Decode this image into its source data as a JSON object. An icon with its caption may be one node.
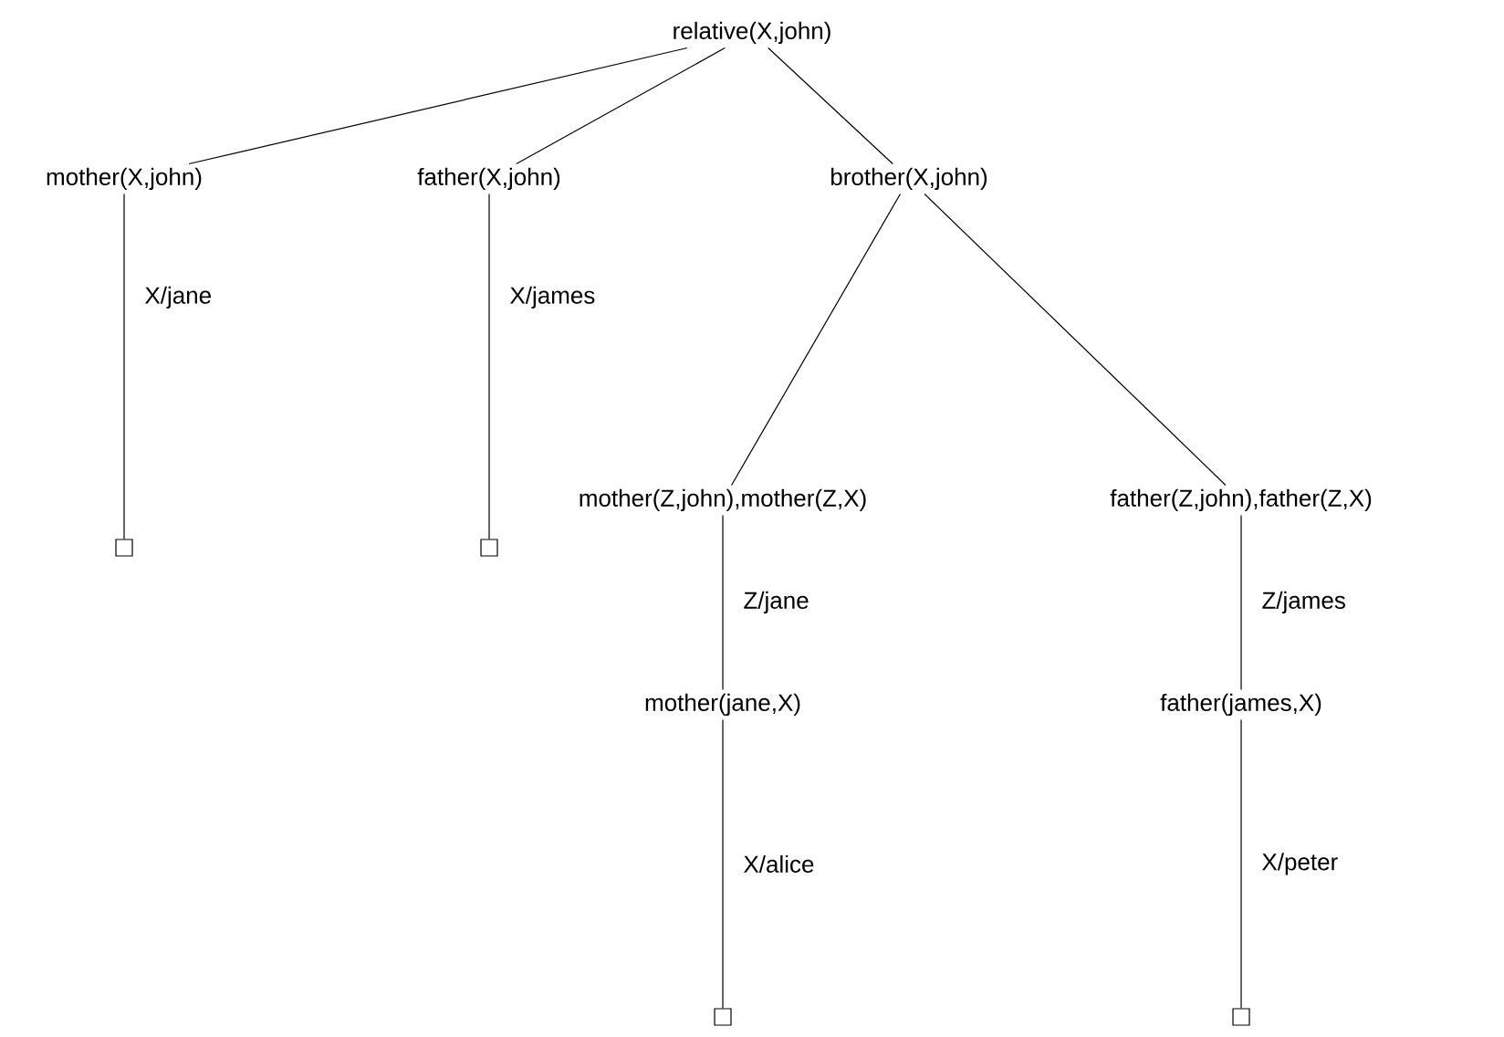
{
  "diagram": {
    "nodes": [
      {
        "text": [
          "relative(X,john)"
        ]
      },
      {
        "text": [
          "mother(X,john)"
        ]
      },
      {
        "text": [
          "father(X,john)"
        ]
      },
      {
        "text": [
          "brother(X,john)"
        ]
      },
      {
        "text": [],
        "shape": "box"
      },
      {
        "text": [],
        "shape": "box"
      },
      {
        "text": [
          "mother(Z,john),mother(Z,X)"
        ]
      },
      {
        "text": [
          "father(Z,john),father(Z,X)"
        ]
      },
      {
        "text": [
          "mother(jane,X)"
        ]
      },
      {
        "text": [
          "father(james,X)"
        ]
      },
      {
        "text": [],
        "shape": "box"
      },
      {
        "text": [],
        "shape": "box"
      }
    ],
    "edges": [
      {
        "from": 0,
        "to": 1,
        "arrow": "none"
      },
      {
        "from": 0,
        "to": 2,
        "arrow": "none"
      },
      {
        "from": 0,
        "to": 3,
        "arrow": "none"
      },
      {
        "from": 1,
        "to": 4,
        "arrow": "none",
        "label": "X/jane"
      },
      {
        "from": 2,
        "to": 5,
        "arrow": "none",
        "label": "X/james"
      },
      {
        "from": 3,
        "to": 6,
        "arrow": "none"
      },
      {
        "from": 3,
        "to": 7,
        "arrow": "none"
      },
      {
        "from": 6,
        "to": 8,
        "arrow": "none",
        "label": "Z/jane"
      },
      {
        "from": 7,
        "to": 9,
        "arrow": "none",
        "label": "Z/james"
      },
      {
        "from": 8,
        "to": 10,
        "arrow": "none",
        "label": "X/alice"
      },
      {
        "from": 9,
        "to": 11,
        "arrow": "none",
        "label": "X/peter"
      }
    ]
  }
}
